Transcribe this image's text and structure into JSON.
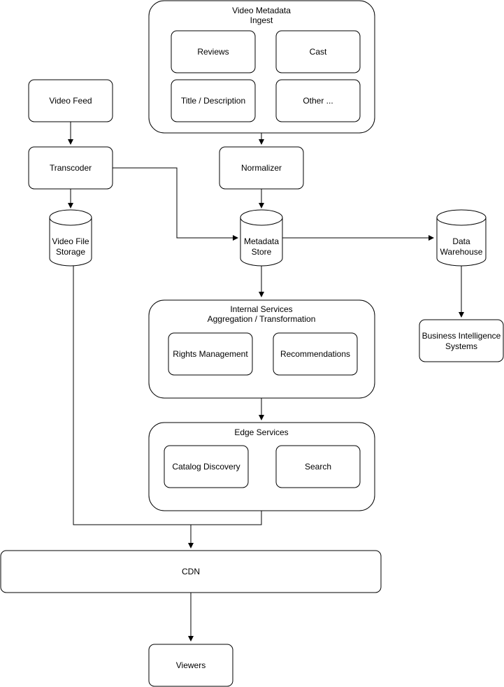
{
  "groups": {
    "metadata_ingest": {
      "line1": "Video Metadata",
      "line2": "Ingest"
    },
    "internal_services": {
      "line1": "Internal Services",
      "line2": "Aggregation / Transformation"
    },
    "edge_services": {
      "line1": "Edge Services"
    }
  },
  "nodes": {
    "reviews": "Reviews",
    "cast": "Cast",
    "title_description": "Title / Description",
    "other": "Other ...",
    "video_feed": "Video Feed",
    "transcoder": "Transcoder",
    "normalizer": "Normalizer",
    "video_file_storage": {
      "line1": "Video File",
      "line2": "Storage"
    },
    "metadata_store": {
      "line1": "Metadata",
      "line2": "Store"
    },
    "data_warehouse": {
      "line1": "Data",
      "line2": "Warehouse"
    },
    "business_intelligence": {
      "line1": "Business Intelligence",
      "line2": "Systems"
    },
    "rights_management": "Rights Management",
    "recommendations": "Recommendations",
    "catalog_discovery": "Catalog Discovery",
    "search": "Search",
    "cdn": "CDN",
    "viewers": "Viewers"
  },
  "colors": {
    "stroke": "#000000",
    "fill": "#ffffff"
  }
}
